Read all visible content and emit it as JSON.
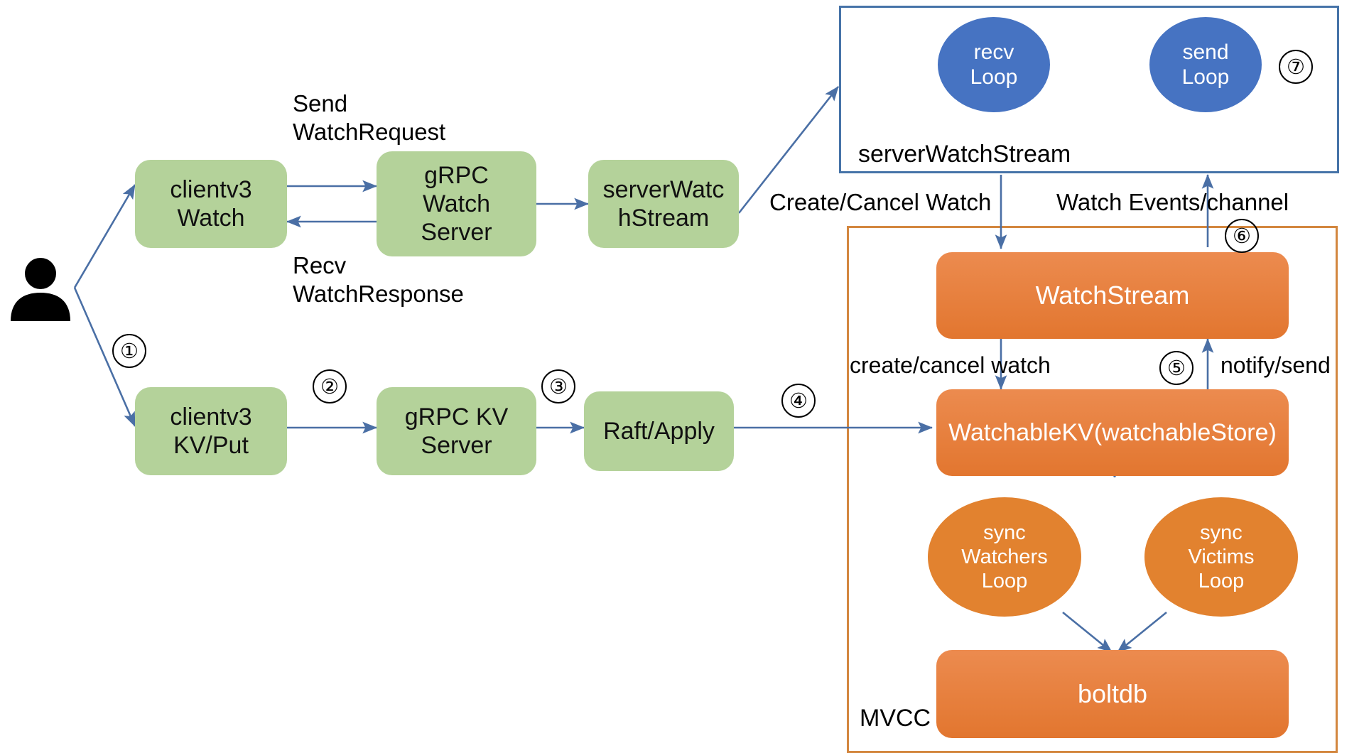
{
  "diagram": {
    "title": "etcd watch architecture flow",
    "colors": {
      "green_node": "#b4d29a",
      "orange_node": "#e2762f",
      "blue_ellipse": "#4673c2",
      "orange_ellipse": "#e2822f",
      "blue_frame": "#4673a8",
      "orange_frame": "#d3873f",
      "arrow": "#4a6fa5",
      "text_dark": "#111111",
      "text_light": "#ffffff"
    },
    "actor": {
      "name": "user-person-icon"
    },
    "nodes": [
      {
        "id": "clientv3-watch",
        "label": "clientv3\nWatch",
        "shape": "rounded-rect",
        "style": "green"
      },
      {
        "id": "grpc-watch-server",
        "label": "gRPC\nWatch\nServer",
        "shape": "rounded-rect",
        "style": "green"
      },
      {
        "id": "server-watch-stream",
        "label": "serverWatc\nhStream",
        "shape": "rounded-rect",
        "style": "green"
      },
      {
        "id": "clientv3-kv-put",
        "label": "clientv3\nKV/Put",
        "shape": "rounded-rect",
        "style": "green"
      },
      {
        "id": "grpc-kv-server",
        "label": "gRPC KV\nServer",
        "shape": "rounded-rect",
        "style": "green"
      },
      {
        "id": "raft-apply",
        "label": "Raft/Apply",
        "shape": "rounded-rect",
        "style": "green"
      },
      {
        "id": "recv-loop",
        "label": "recv\nLoop",
        "shape": "ellipse",
        "style": "blue"
      },
      {
        "id": "send-loop",
        "label": "send\nLoop",
        "shape": "ellipse",
        "style": "blue"
      },
      {
        "id": "watchstream",
        "label": "WatchStream",
        "shape": "rounded-rect",
        "style": "orange"
      },
      {
        "id": "watchablekv",
        "label": "WatchableKV(watchableStore)",
        "shape": "rounded-rect",
        "style": "orange"
      },
      {
        "id": "sync-watchers-loop",
        "label": "sync\nWatchers\nLoop",
        "shape": "ellipse",
        "style": "orange"
      },
      {
        "id": "sync-victims-loop",
        "label": "sync\nVictims\nLoop",
        "shape": "ellipse",
        "style": "orange"
      },
      {
        "id": "boltdb",
        "label": "boltdb",
        "shape": "rounded-rect",
        "style": "orange"
      }
    ],
    "frames": [
      {
        "id": "server-watch-stream-frame",
        "label": "serverWatchStream",
        "style": "blue"
      },
      {
        "id": "mvcc-frame",
        "label": "MVCC",
        "style": "orange"
      }
    ],
    "edge_labels": [
      {
        "id": "send-watchrequest",
        "text": "Send\nWatchRequest"
      },
      {
        "id": "recv-watchresponse",
        "text": "Recv\nWatchResponse"
      },
      {
        "id": "create-cancel-watch",
        "text": "Create/Cancel Watch"
      },
      {
        "id": "watch-events-channel",
        "text": "Watch Events/channel"
      },
      {
        "id": "create-cancel-watch-lower",
        "text": "create/cancel watch"
      },
      {
        "id": "notify-send",
        "text": "notify/send"
      }
    ],
    "steps": [
      {
        "id": "step-1",
        "text": "①"
      },
      {
        "id": "step-2",
        "text": "②"
      },
      {
        "id": "step-3",
        "text": "③"
      },
      {
        "id": "step-4",
        "text": "④"
      },
      {
        "id": "step-5",
        "text": "⑤"
      },
      {
        "id": "step-6",
        "text": "⑥"
      },
      {
        "id": "step-7",
        "text": "⑦"
      }
    ]
  }
}
